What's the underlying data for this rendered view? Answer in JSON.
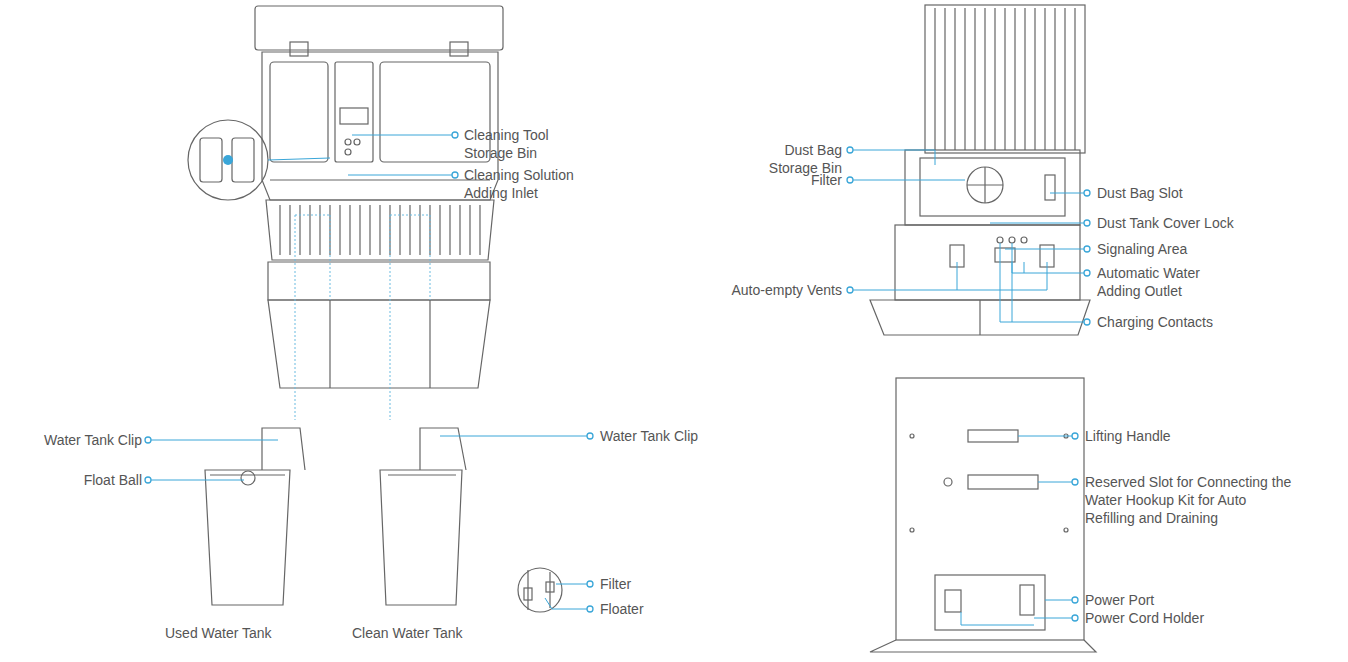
{
  "diagram": {
    "labels": [
      "Cleaning Tool Storage Bin",
      "Cleaning Solution Adding Inlet",
      "Water Tank Clip",
      "Float Ball",
      "Used Water Tank",
      "Clean Water Tank",
      "Water Tank Clip",
      "Filter",
      "Floater",
      "Dust Bag Storage Bin",
      "Filter",
      "Auto-empty Vents",
      "Dust Bag Slot",
      "Dust Tank Cover Lock",
      "Signaling Area",
      "Automatic Water Adding Outlet",
      "Charging Contacts",
      "Lifting Handle",
      "Reserved Slot for Connecting the Water Hookup Kit for Auto Refilling and Draining",
      "Power Port",
      "Power Cord Holder"
    ]
  }
}
